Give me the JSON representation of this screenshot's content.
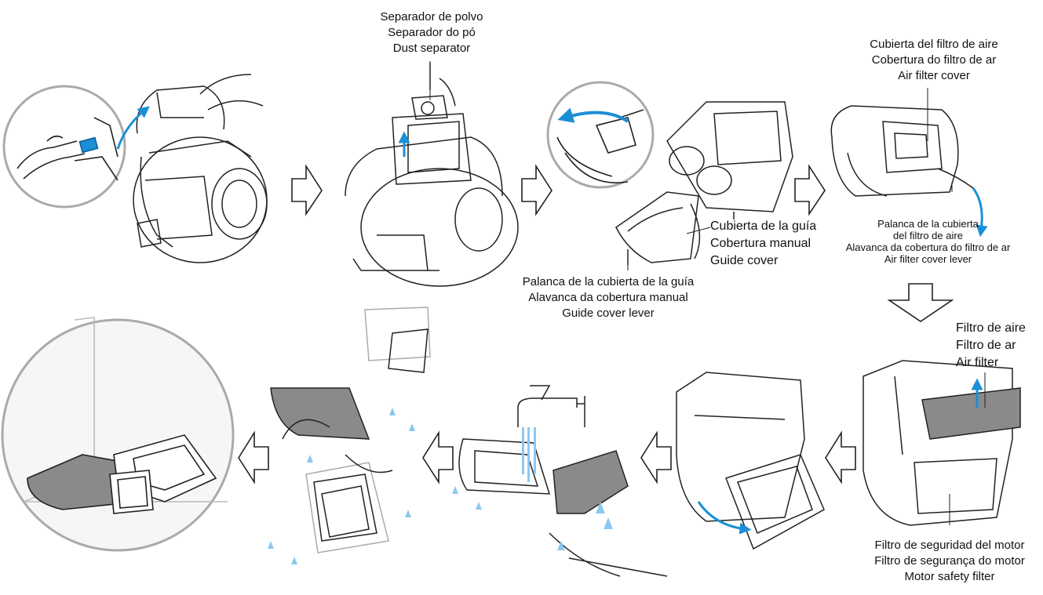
{
  "labels": {
    "dust_separator": {
      "es": "Separador de polvo",
      "pt": "Separador do pó",
      "en": "Dust separator"
    },
    "air_filter_cover": {
      "es": "Cubierta del filtro de aire",
      "pt": "Cobertura do filtro de ar",
      "en": "Air filter cover"
    },
    "guide_cover": {
      "es": "Cubierta de la guía",
      "pt": "Cobertura manual",
      "en": "Guide cover"
    },
    "guide_cover_lever": {
      "es": "Palanca de la cubierta de la guía",
      "pt": "Alavanca da cobertura manual",
      "en": "Guide cover lever"
    },
    "air_filter_cover_lever": {
      "es_1": "Palanca de la cubierta",
      "es_2": "del filtro de aire",
      "pt": "Alavanca da cobertura do filtro de ar",
      "en": "Air filter cover lever"
    },
    "air_filter": {
      "es": "Filtro de aire",
      "pt": "Filtro de ar",
      "en": "Air filter"
    },
    "motor_safety_filter": {
      "es": "Filtro de seguridad del motor",
      "pt": "Filtro de segurança do motor",
      "en": "Motor safety filter"
    }
  },
  "colors": {
    "line": "#222222",
    "accent_blue": "#1b8fd6",
    "water_blue": "#8cc8ee",
    "filter_gray": "#8a8a8a",
    "zoom_fill": "#eeeeee"
  },
  "icons": {
    "step_arrow": "outlined-arrow",
    "lift_arrow": "curved-blue-arrow",
    "water": "water-drops"
  }
}
